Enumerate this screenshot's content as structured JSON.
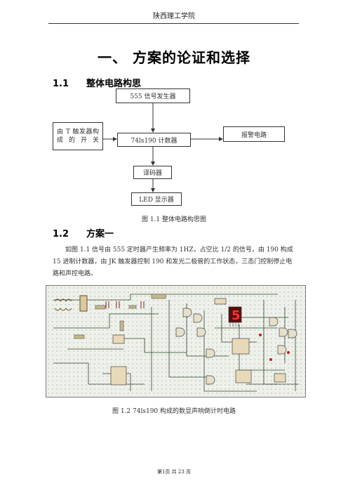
{
  "header": {
    "title": "陕西理工学院"
  },
  "chapter": {
    "title": "一、 方案的论证和选择"
  },
  "section1": {
    "number": "1.1",
    "title": "整体电路构思"
  },
  "block_diagram": {
    "signal_generator": "555 信号发生器",
    "switch": "由 T 触发器构成的开关",
    "counter": "74ls190 计数器",
    "alarm": "报警电路",
    "decoder": "译码器",
    "led_display": "LED 显示器"
  },
  "figure1": {
    "caption": "图 1.1   整体电路构思图"
  },
  "section2": {
    "number": "1.2",
    "title": "方案一"
  },
  "paragraph": "如图 1.1 信号由 555 定时器产生频率为 1HZ，占空比 1/2 的信号，由 190 构成 15 进制计数器，由 JK 触发器控制 190 和发光二极管的工作状态，三态门控制停止电路和声控电路。",
  "circuit": {
    "seven_segment_digit": "5"
  },
  "figure2": {
    "caption": "图 1.2   74ls190 构成的数显声响倒计时电路"
  },
  "footer": {
    "text": "第1页  共 23 页"
  }
}
